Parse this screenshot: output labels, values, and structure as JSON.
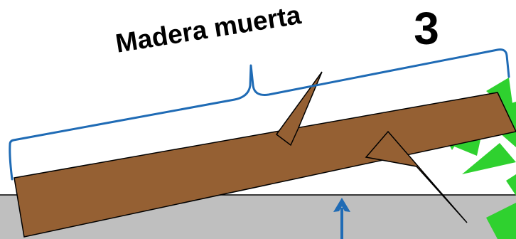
{
  "label": "Madera muerta",
  "step_number": "3",
  "colors": {
    "wood": "#956033",
    "wood_outline": "#000000",
    "bracket": "#1F6BB5",
    "arrow": "#1F6BB5",
    "ground": "#BFBFBF",
    "ground_line": "#000000",
    "leaves": "#2FD12F",
    "background": "#FFFFFF"
  },
  "icons": {
    "arrow": "up-arrow-icon",
    "bracket": "curly-brace"
  }
}
